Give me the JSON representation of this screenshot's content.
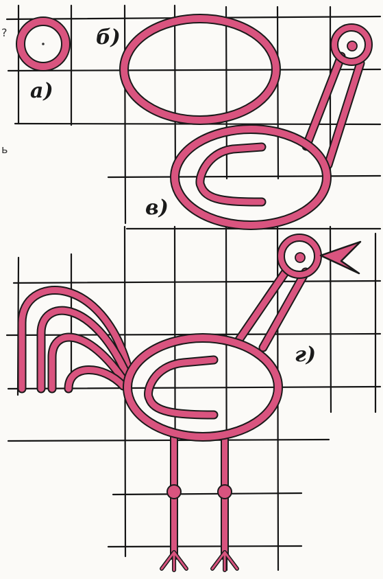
{
  "labels": {
    "a": "а)",
    "b": "б)",
    "v": "в)",
    "g": "г)"
  },
  "stray_marks": {
    "left_top": "?",
    "left_mid": "ь"
  },
  "colors": {
    "paper": "#fbfaf7",
    "grid": "#151515",
    "pink_fill": "#d9547f",
    "outline": "#1a1a1a"
  }
}
